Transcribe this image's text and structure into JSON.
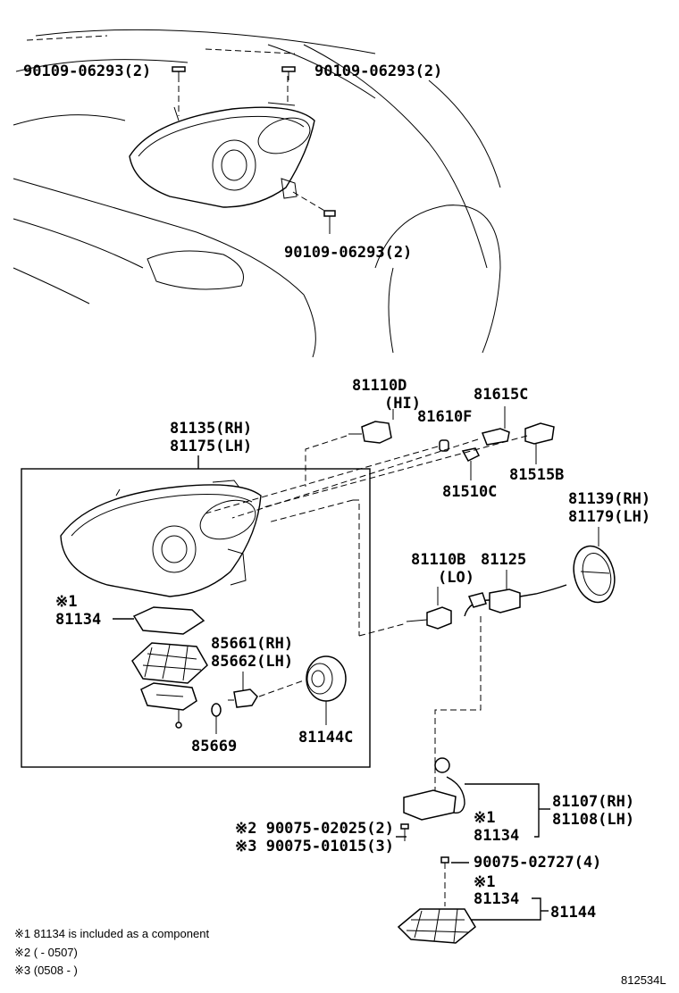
{
  "parts": {
    "bolt_top_left": "90109-06293(2)",
    "bolt_top_right": "90109-06293(2)",
    "bolt_bottom": "90109-06293(2)",
    "bulb_hi": "81110D",
    "bulb_hi_note": "(HI)",
    "bulb_81615c": "81615C",
    "bulb_81610f": "81610F",
    "socket_81515b": "81515B",
    "bulb_81510c": "81510C",
    "headlamp_rh": "81135(RH)",
    "headlamp_lh": "81175(LH)",
    "cover_rh": "81139(RH)",
    "cover_lh": "81179(LH)",
    "bulb_lo": "81110B",
    "bulb_lo_note": "(LO)",
    "socket_81125": "81125",
    "mark_1_a": "※1",
    "gasket_81134_a": "81134",
    "leveling_rh": "85661(RH)",
    "leveling_lh": "85662(LH)",
    "oring_85669": "85669",
    "cap_81144c": "81144C",
    "computer_rh": "81107(RH)",
    "computer_lh": "81108(LH)",
    "screw_a": "※2 90075-02025(2)",
    "screw_b": "※3 90075-01015(3)",
    "mark_1_b": "※1",
    "gasket_81134_b": "81134",
    "screw_c": "90075-02727(4)",
    "mark_1_c": "※1",
    "gasket_81134_c": "81134",
    "cover_81144": "81144"
  },
  "notes": {
    "note1": "※1 81134 is included as a component",
    "note2": "※2 (        - 0507)",
    "note3": "※3 (0508 -        )"
  },
  "diagram_id": "812534L"
}
